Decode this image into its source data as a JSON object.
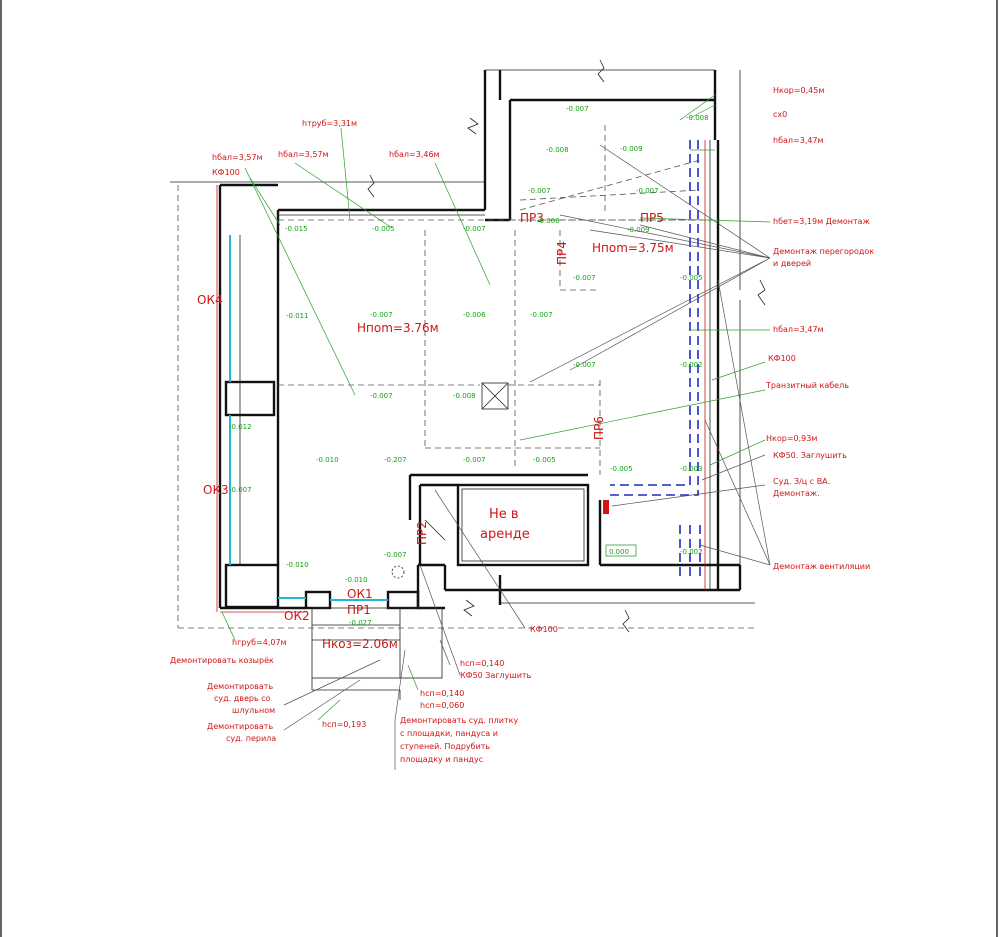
{
  "rooms": {
    "main_height": "Hпom=3.76м",
    "room2_height": "Hпom=3.75м",
    "not_rented": [
      "Не в",
      "аренде"
    ],
    "entrance_height": "Hкоз=2.06м"
  },
  "openings": {
    "ok4": "ОК4",
    "ok3": "ОК3",
    "ok2": "ОК2",
    "ok1": "ОК1",
    "pr1": "ПР1",
    "pr2": "ПР2",
    "pr3": "ПР3",
    "pr4": "ПР4",
    "pr5": "ПР5",
    "pr6": "ПР6"
  },
  "top_notes": {
    "hbal1": "hбал=3,57м",
    "kf100": "КФ100",
    "hbal2": "hбал=3,57м",
    "htrub": "hтруб=3,31м",
    "hbal3": "hбал=3,46м"
  },
  "right_notes": {
    "hkor": "Hкор=0,45м",
    "sh": "сх0",
    "hbal_a": "hбал=3,47м",
    "hbeam": "hбет=3,19м  Демонтаж",
    "demontazh": [
      "Демонтаж перегородок",
      "и дверей"
    ],
    "hbal_b": "hбал=3,47м",
    "kf100": "КФ100",
    "transit": "Транзитный кабель",
    "hkor2": "Hкор=0,93м",
    "kf50": "КФ50. Заглушить",
    "plumbing": [
      "Сyд. З/ц с ВА.",
      "Демонтаж."
    ],
    "vent": "Демонтаж вентиляции"
  },
  "bottom_notes": {
    "hdrub": "hгруб=4,07м",
    "kozyrek": "Демонтировать козырёк",
    "door": [
      "Демонтировать",
      "сyд. дверь со",
      "шлyльном"
    ],
    "railing": [
      "Демонтировать",
      "сyд. перила"
    ],
    "hcm1": "hсп=0,193",
    "tiles": [
      "Демонтировать сyд. плитку",
      "с площадки, пандyса и",
      "стyпеней. Подрубить",
      "площадкy и пандyс"
    ],
    "hcm2": "hсп=0,140",
    "hcm3": "hсп=0,060",
    "hcm4": "hсп=0,140",
    "kf50": "КФ50 Заглушить",
    "kf100": "КФ100"
  },
  "levels": {
    "l01": "-0.007",
    "l02": "-0.008",
    "l03": "-0.008",
    "l04": "-0.009",
    "l05": "-0.007",
    "l06": "-0.007",
    "l07": "-0.006",
    "l08": "-0.015",
    "l09": "-0.005",
    "l10": "-0.007",
    "l11": "-0.009",
    "l12": "-0.011",
    "l13": "-0.007",
    "l14": "-0.006",
    "l15": "-0.007",
    "l16": "-0.005",
    "l17": "-0.007",
    "l18": "-0.007",
    "l19": "-0.002",
    "l20": "-0.012",
    "l21": "-0.010",
    "l22": "-0.207",
    "l23": "-0.007",
    "l24": "-0.005",
    "l25": "-0.005",
    "l26": "-0.003",
    "l27": "-0.007",
    "l28": "-0.008",
    "l29": "-0.007",
    "l30": "-0.010",
    "l31": "-0.027",
    "l32": "-0.002",
    "l33": "0.000"
  }
}
